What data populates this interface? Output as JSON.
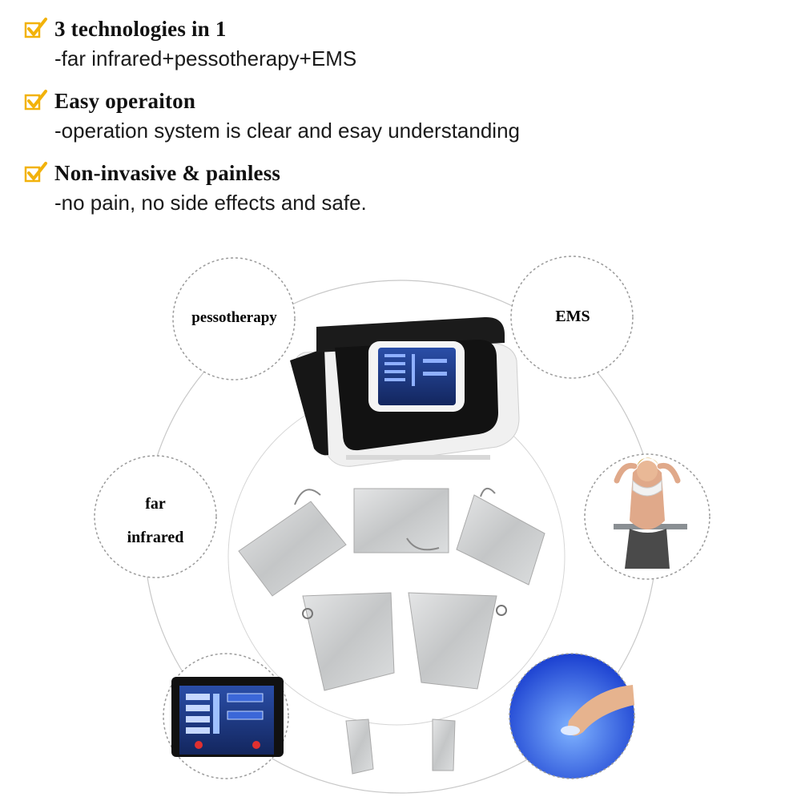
{
  "features": [
    {
      "title": "3 technologies in 1",
      "desc": "-far infrared+pessotherapy+EMS"
    },
    {
      "title": "Easy operaiton",
      "desc": "-operation system is clear and esay understanding"
    },
    {
      "title": "Non-invasive & painless",
      "desc": "-no pain, no side effects and safe."
    }
  ],
  "bubbles": {
    "pessotherapy": "pessotherapy",
    "ems": "EMS",
    "far_line1": "far",
    "far_line2": "infrared"
  },
  "colors": {
    "check": "#f2b20a",
    "circle_stroke": "#9a9a9a",
    "device_black": "#141414",
    "device_white": "#f2f2f2",
    "screen_blue": "#1f3d8a",
    "suit_silver": "#c9cbcc"
  }
}
